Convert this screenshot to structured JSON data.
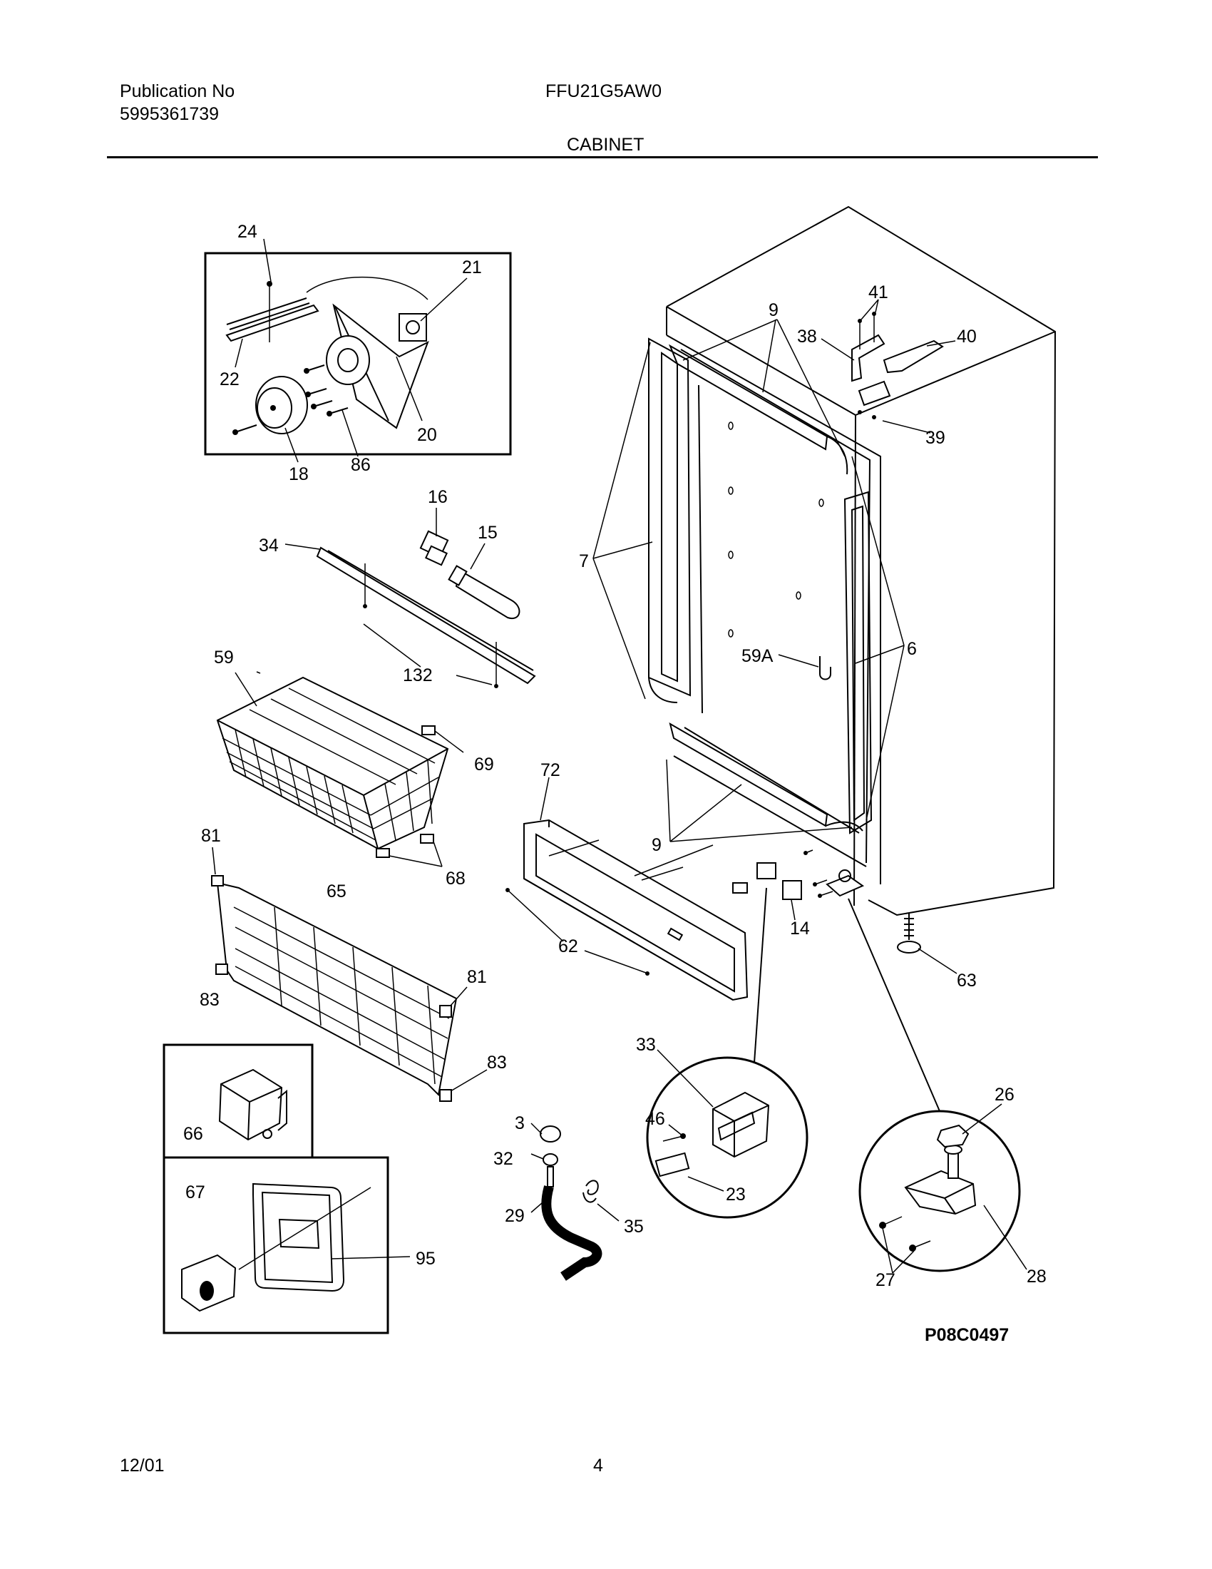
{
  "header": {
    "publication_label": "Publication No",
    "publication_number": "5995361739",
    "model": "FFU21G5AW0",
    "section": "CABINET"
  },
  "footer": {
    "date": "12/01",
    "page": "4"
  },
  "figure_code": "P08C0497",
  "callouts": {
    "c24": "24",
    "c21": "21",
    "c22": "22",
    "c20": "20",
    "c18": "18",
    "c86": "86",
    "c16": "16",
    "c15": "15",
    "c34": "34",
    "c132": "132",
    "c59": "59",
    "c69": "69",
    "c81a": "81",
    "c65": "65",
    "c68": "68",
    "c83a": "83",
    "c81b": "81",
    "c83b": "83",
    "c66": "66",
    "c67": "67",
    "c95": "95",
    "c9a": "9",
    "c41": "41",
    "c38": "38",
    "c40": "40",
    "c39": "39",
    "c7": "7",
    "c6": "6",
    "c59A": "59A",
    "c72": "72",
    "c9b": "9",
    "c62": "62",
    "c14": "14",
    "c63": "63",
    "c33": "33",
    "c46": "46",
    "c23": "23",
    "c3": "3",
    "c32": "32",
    "c29": "29",
    "c35": "35",
    "c26": "26",
    "c27": "27",
    "c28": "28"
  }
}
